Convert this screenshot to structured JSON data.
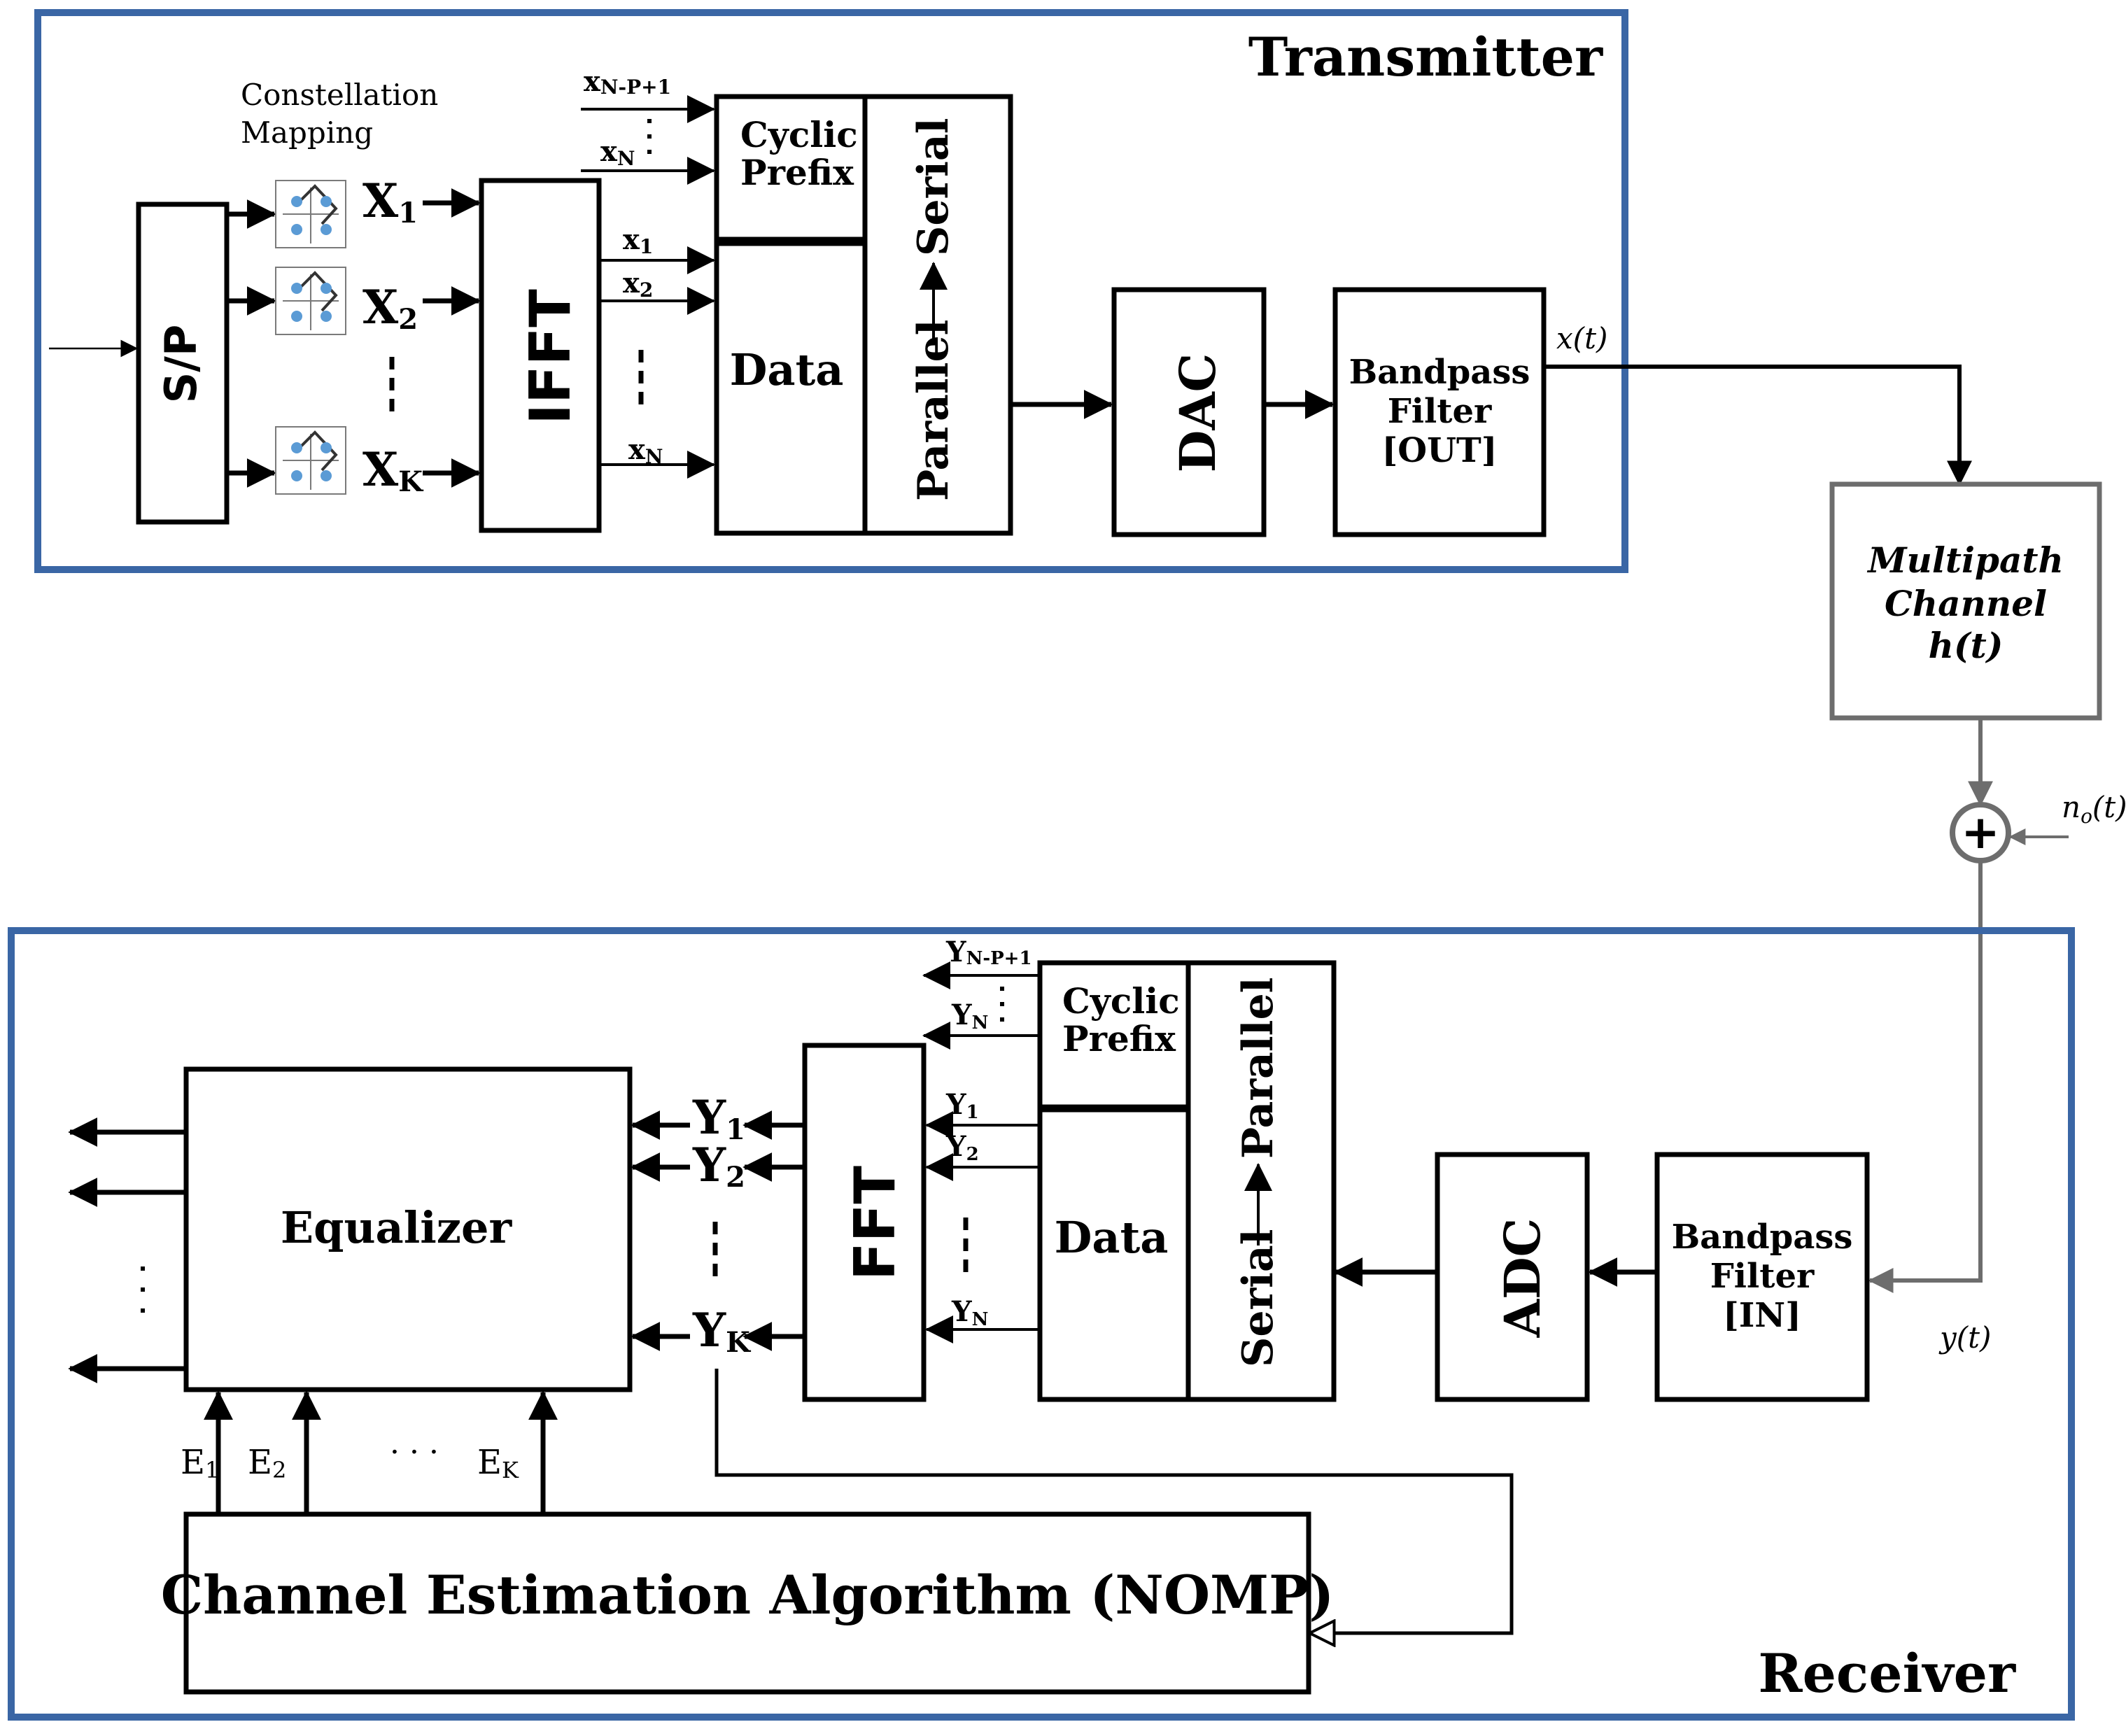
{
  "transmitter": {
    "title": "Transmitter",
    "constellation_label_1": "Constellation",
    "constellation_label_2": "Mapping",
    "sp": "S/P",
    "ifft": "IFFT",
    "cp_1": "Cyclic",
    "cp_2": "Prefix",
    "data": "Data",
    "ps": "Parallel",
    "ps_2": "Serial",
    "dac": "DAC",
    "bpf_1": "Bandpass",
    "bpf_2": "Filter",
    "bpf_3": "[OUT]",
    "xt": "x(t)",
    "X1": "X",
    "X1s": "1",
    "X2": "X",
    "X2s": "2",
    "XK": "X",
    "XKs": "K",
    "x1": "x",
    "x1s": "1",
    "x2": "x",
    "x2s": "2",
    "xN": "x",
    "xNs": "N",
    "xNP": "x",
    "xNPs": "N-P+1",
    "xN_top": "x",
    "xN_tops": "N"
  },
  "channel": {
    "line1": "Multipath",
    "line2": "Channel",
    "line3": "h(t)",
    "noise": "n",
    "noise_sub": "o",
    "noise_tail": "(t)",
    "adder": "+"
  },
  "receiver": {
    "title": "Receiver",
    "bpf_1": "Bandpass",
    "bpf_2": "Filter",
    "bpf_3": "[IN]",
    "yt": "y(t)",
    "adc": "ADC",
    "cp_1": "Cyclic",
    "cp_2": "Prefix",
    "data": "Data",
    "sp_1": "Serial",
    "sp_2": "Parallel",
    "fft": "FFT",
    "equalizer": "Equalizer",
    "cea": "Channel Estimation Algorithm (NOMP)",
    "Y1": "Y",
    "Y1s": "1",
    "Y2": "Y",
    "Y2s": "2",
    "YK": "Y",
    "YKs": "K",
    "y1": "Y",
    "y1s": "1",
    "y2": "Y",
    "y2s": "2",
    "yN": "Y",
    "yNs": "N",
    "yNP": "Y",
    "yNPs": "N-P+1",
    "yN_top": "Y",
    "yN_tops": "N",
    "E1": "E",
    "E1s": "1",
    "E2": "E",
    "E2s": "2",
    "EK": "E",
    "EKs": "K",
    "dots": "· · ·"
  },
  "colors": {
    "frame": "#3a66a5",
    "channel_gray": "#6d6d6d",
    "constellation_dot": "#5b9bd5"
  }
}
